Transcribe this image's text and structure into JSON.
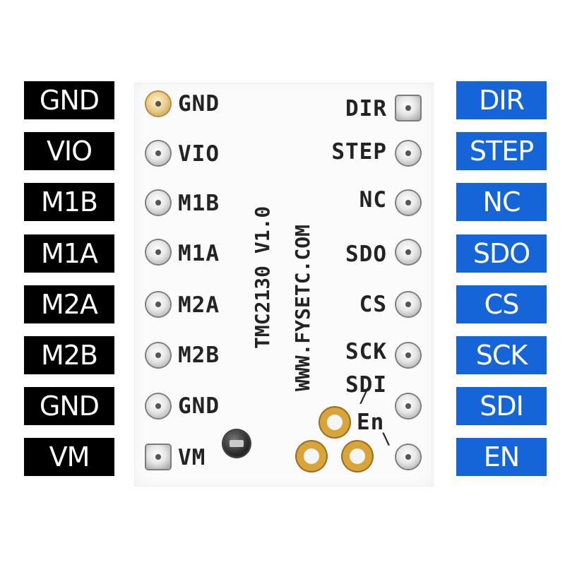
{
  "left_labels": [
    "GND",
    "VIO",
    "M1B",
    "M1A",
    "M2A",
    "M2B",
    "GND",
    "VM"
  ],
  "right_labels": [
    "DIR",
    "STEP",
    "NC",
    "SDO",
    "CS",
    "SCK",
    "SDI",
    "EN"
  ],
  "board": {
    "left_silk": [
      "GND",
      "VIO",
      "M1B",
      "M1A",
      "M2A",
      "M2B",
      "GND",
      "VM"
    ],
    "right_silk": [
      "DIR",
      "STEP",
      "NC",
      "SDO",
      "CS",
      "SCK"
    ],
    "sdi_silk": "SDI",
    "en_silk": "En",
    "model_text": "TMC2130 V1.0",
    "url_text": "WWW.FYSETC.COM"
  },
  "colors": {
    "left_label_bg": "#000000",
    "right_label_bg": "#1565d8",
    "board": "#fbfbfb",
    "gold_pad": "#d9a43a"
  }
}
